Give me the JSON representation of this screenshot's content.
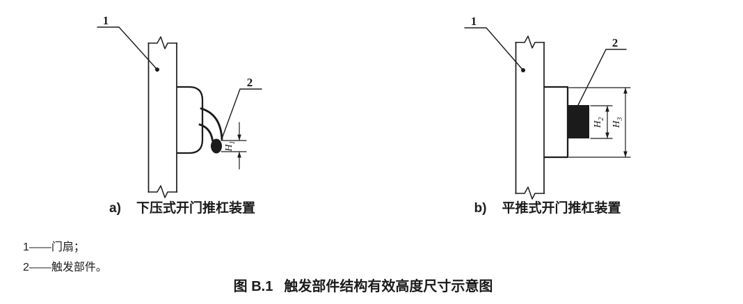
{
  "colors": {
    "ink": "#1b1b1b",
    "paper": "#ffffff"
  },
  "diagram_a": {
    "door_label": "1",
    "trigger_label": "2",
    "dim_h1": {
      "letter": "H",
      "sub": "1"
    },
    "caption_label": "a)",
    "caption_text": "下压式开门推杠装置"
  },
  "diagram_b": {
    "door_label": "1",
    "trigger_label": "2",
    "dim_h2": {
      "letter": "H",
      "sub": "2"
    },
    "dim_h3": {
      "letter": "H",
      "sub": "3"
    },
    "caption_label": "b)",
    "caption_text": "平推式开门推杠装置"
  },
  "legend": {
    "line1": "1——门扇；",
    "line2": "2——触发部件。"
  },
  "title": {
    "prefix": "图 B.1",
    "main": "触发部件结构有效高度尺寸示意图"
  }
}
